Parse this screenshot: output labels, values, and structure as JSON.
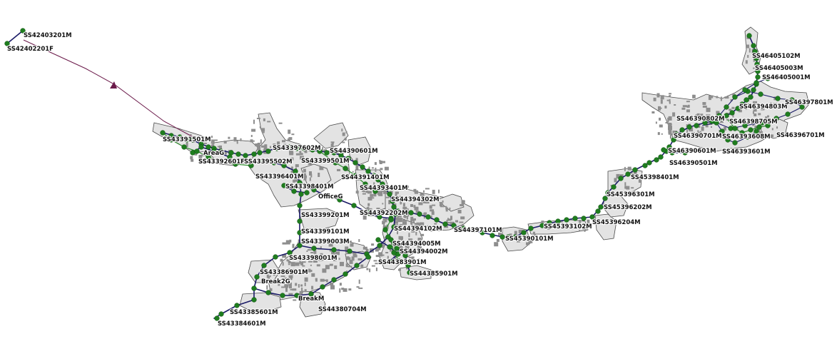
{
  "map": {
    "labels": [
      "SS42403201M",
      "SS42402201F",
      "SS43391501M",
      "AreaG",
      "SS43392601F",
      "SS43395502M",
      "SS43397602M",
      "SS44390601M",
      "SS43399501M",
      "SS43396401M",
      "SS43398401M",
      "SS44391401M",
      "SS44393401M",
      "OfficeG",
      "SS44394302M",
      "SS43399201M",
      "SS44392202M",
      "SS43399101M",
      "SS44394102M",
      "SS44397101M",
      "SS43399003M",
      "SS44394005M",
      "SS44394002M",
      "SS43398001M",
      "SS44383901M",
      "SS43386901M",
      "SS44385901M",
      "Break2G",
      "BreakM",
      "SS44380704M",
      "SS43385601M",
      "SS43384601M",
      "SS45390101M",
      "SS45393102M",
      "SS45396204M",
      "SS45396202M",
      "SS45396301M",
      "SS45398401M",
      "SS46390501M",
      "SS46390601M",
      "SS46393601M",
      "SS46390701M",
      "SS46396701M",
      "SS46393608M",
      "SS46390802M",
      "SS46398705M",
      "SS46394803M",
      "SS46397801M",
      "SS46405001M",
      "SS46405003M",
      "SS46405102M"
    ],
    "colors": {
      "route": "#1a1a66",
      "node": "#1f7d1f",
      "lead_line": "#6b1a4a",
      "block_fill": "#e3e3e3",
      "building_fill": "#8e8e8e",
      "background": "#ffffff"
    }
  }
}
